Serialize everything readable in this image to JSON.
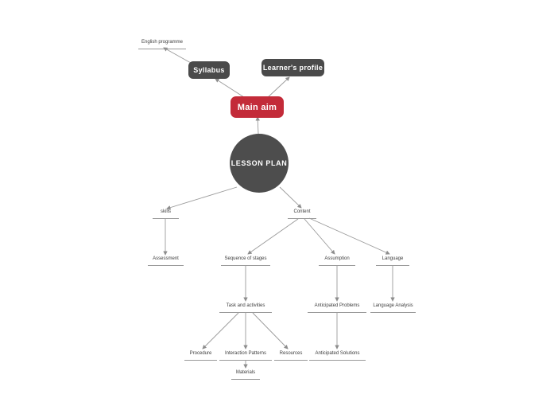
{
  "diagram": {
    "title_node": "LESSON PLAN",
    "background_color": "#ffffff",
    "accent_red": "#c32b39",
    "accent_dark": "#4a4a4a",
    "circle_color": "#4d4d4d",
    "edge_color": "#9a9a9a",
    "text_color": "#3d3d3d"
  },
  "nodes": {
    "english_programme": "English programme",
    "syllabus": "Syllabus",
    "learners_profile": "Learner's profile",
    "main_aim": "Main aim",
    "lesson_plan": "LESSON PLAN",
    "skills": "skills",
    "content": "Content",
    "assessment": "Assessment",
    "sequence_of_stages": "Sequence of stages",
    "assumption": "Assumption",
    "language": "Language",
    "task_and_activities": "Task and activities",
    "anticipated_problems": "Anticipated Problems",
    "language_analysis": "Language Analysis",
    "procedure": "Procedure",
    "interaction_patterns": "Interaction Patterns",
    "resources": "Resources",
    "anticipated_solutions": "Anticipated Solutions",
    "materials": "Materials"
  }
}
